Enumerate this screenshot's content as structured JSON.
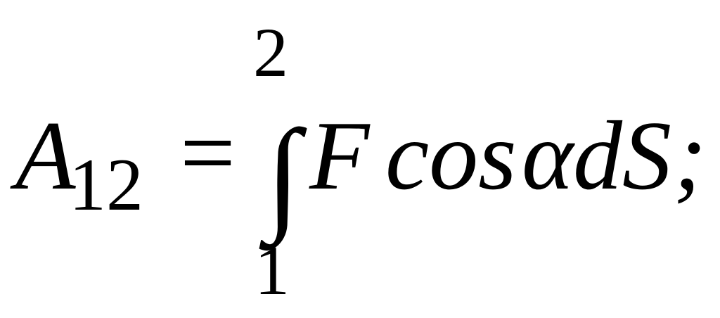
{
  "formula": {
    "work_symbol": "A",
    "work_subscript": "12",
    "equals": "=",
    "integral_sign": "∫",
    "upper_limit": "2",
    "lower_limit": "1",
    "force": "F",
    "cos": "cos",
    "alpha": "α",
    "displacement": "dS",
    "terminator": ";"
  }
}
